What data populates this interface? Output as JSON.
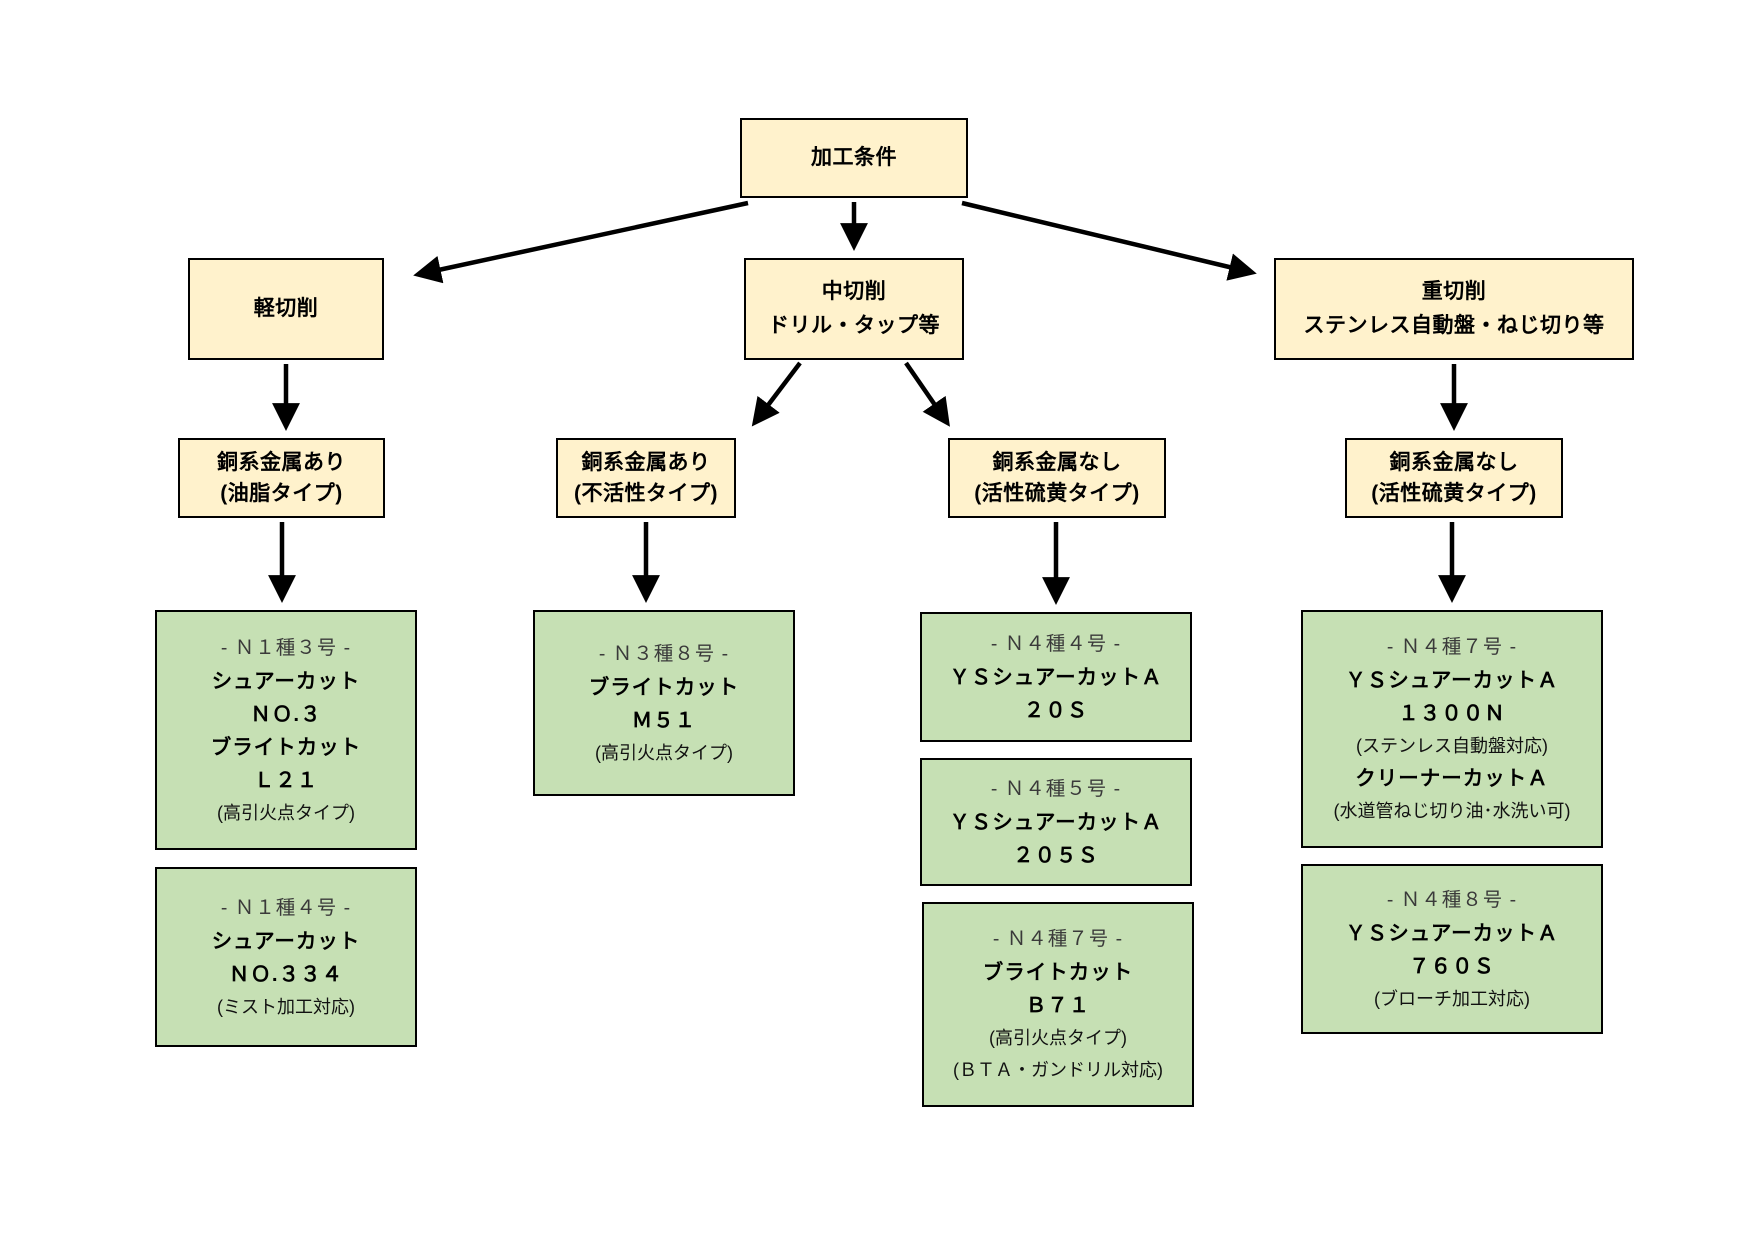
{
  "colors": {
    "condition_box_fill": "#FFF2CC",
    "product_box_fill": "#C6E0B4",
    "border": "#000000",
    "arrow": "#000000",
    "background": "#FFFFFF"
  },
  "root": {
    "label": "加工条件"
  },
  "conditions": {
    "light": {
      "l1": "軽切削"
    },
    "medium": {
      "l1": "中切削",
      "l2": "ドリル・タップ等"
    },
    "heavy": {
      "l1": "重切削",
      "l2": "ステンレス自動盤・ねじ切り等"
    },
    "c1": {
      "l1": "銅系金属あり",
      "l2": "(油脂タイプ)"
    },
    "c2": {
      "l1": "銅系金属あり",
      "l2": "(不活性タイプ)"
    },
    "c3": {
      "l1": "銅系金属なし",
      "l2": "(活性硫黄タイプ)"
    },
    "c4": {
      "l1": "銅系金属なし",
      "l2": "(活性硫黄タイプ)"
    }
  },
  "products": {
    "c1b1": {
      "grade": "- Ｎ１種３号 -",
      "n1": "シュアーカット",
      "n2": "ＮＯ.３",
      "n3": "ブライトカット",
      "n4": "Ｌ２１",
      "note1": "(高引火点タイプ)"
    },
    "c1b2": {
      "grade": "- Ｎ１種４号 -",
      "n1": "シュアーカット",
      "n2": "ＮＯ.３３４",
      "note1": "(ミスト加工対応)"
    },
    "c2b1": {
      "grade": "- Ｎ３種８号 -",
      "n1": "ブライトカット",
      "n2": "Ｍ５１",
      "note1": "(高引火点タイプ)"
    },
    "c3b1": {
      "grade": "- Ｎ４種４号 -",
      "n1": "ＹＳシュアーカットＡ",
      "n2": "２０Ｓ"
    },
    "c3b2": {
      "grade": "- Ｎ４種５号 -",
      "n1": "ＹＳシュアーカットＡ",
      "n2": "２０５Ｓ"
    },
    "c3b3": {
      "grade": "- Ｎ４種７号 -",
      "n1": "ブライトカット",
      "n2": "Ｂ７１",
      "note1": "(高引火点タイプ)",
      "note2": "(ＢＴＡ・ガンドリル対応)"
    },
    "c4b1": {
      "grade": "- Ｎ４種７号 -",
      "n1": "ＹＳシュアーカットＡ",
      "n2": "１３００Ｎ",
      "note1": "(ステンレス自動盤対応)",
      "n3": "クリーナーカットＡ",
      "note2": "(水道管ねじ切り油･水洗い可)"
    },
    "c4b2": {
      "grade": "- Ｎ４種８号 -",
      "n1": "ＹＳシュアーカットＡ",
      "n2": "７６０Ｓ",
      "note1": "(ブローチ加工対応)"
    }
  },
  "edges": [
    {
      "from": "加工条件",
      "to": "軽切削"
    },
    {
      "from": "加工条件",
      "to": "中切削"
    },
    {
      "from": "加工条件",
      "to": "重切削"
    },
    {
      "from": "軽切削",
      "to": "銅系金属あり(油脂タイプ)"
    },
    {
      "from": "中切削",
      "to": "銅系金属あり(不活性タイプ)"
    },
    {
      "from": "中切削",
      "to": "銅系金属なし(活性硫黄タイプ)"
    },
    {
      "from": "重切削",
      "to": "銅系金属なし(活性硫黄タイプ)"
    },
    {
      "from": "銅系金属あり(油脂タイプ)",
      "to": "Ｎ１種３号"
    },
    {
      "from": "銅系金属あり(不活性タイプ)",
      "to": "Ｎ３種８号"
    },
    {
      "from": "銅系金属なし(活性硫黄タイプ)中切削",
      "to": "Ｎ４種４号"
    },
    {
      "from": "銅系金属なし(活性硫黄タイプ)重切削",
      "to": "Ｎ４種７号"
    }
  ]
}
